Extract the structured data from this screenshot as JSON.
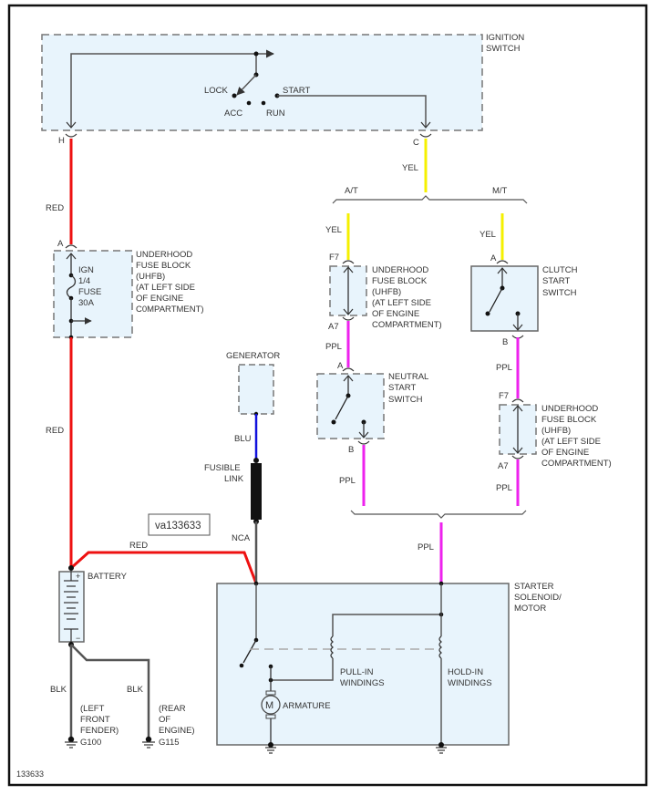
{
  "figure_id": "133633",
  "watermark": "va133633",
  "colors": {
    "red": "#ee1111",
    "yellow": "#f5f000",
    "purple": "#ee22ee",
    "blue": "#1111dd",
    "black": "#111111",
    "box_fill": "#e8f4fc"
  },
  "ignition_switch": {
    "label_line1": "IGNITION",
    "label_line2": "SWITCH",
    "positions": {
      "lock": "LOCK",
      "acc": "ACC",
      "run": "RUN",
      "start": "START"
    },
    "connector_h": "H",
    "connector_c": "C"
  },
  "uhfb_left": {
    "connector": "A",
    "fuse_line1": "IGN",
    "fuse_line2": "1/4",
    "fuse_line3": "FUSE",
    "fuse_line4": "30A",
    "label": [
      "UNDERHOOD",
      "FUSE BLOCK",
      "(UHFB)",
      "(AT LEFT SIDE",
      "OF ENGINE",
      "C0MPARTMENT)"
    ]
  },
  "wires": {
    "red_upper": "RED",
    "red_lower": "RED",
    "red_battery": "RED",
    "yel_main": "YEL",
    "yel_at": "YEL",
    "yel_mt": "YEL",
    "ppl_at_1": "PPL",
    "ppl_at_2": "PPL",
    "ppl_mt_1": "PPL",
    "ppl_mt_2": "PPL",
    "ppl_starter": "PPL",
    "blu": "BLU",
    "nca": "NCA",
    "blk_1": "BLK",
    "blk_2": "BLK"
  },
  "branches": {
    "at": "A/T",
    "mt": "M/T"
  },
  "uhfb_at": {
    "top_connector": "F7",
    "bottom_connector": "A7",
    "label": [
      "UNDERHOOD",
      "FUSE BLOCK",
      "(UHFB)",
      "(AT LEFT SIDE",
      "OF ENGINE",
      "COMPARTMENT)"
    ]
  },
  "neutral_start_switch": {
    "top_connector": "A",
    "bottom_connector": "B",
    "label": [
      "NEUTRAL",
      "START",
      "SWITCH"
    ]
  },
  "clutch_start_switch": {
    "top_connector": "A",
    "bottom_connector": "B",
    "label": [
      "CLUTCH",
      "START",
      "SWITCH"
    ]
  },
  "uhfb_mt": {
    "top_connector": "F7",
    "bottom_connector": "A7",
    "label": [
      "UNDERHOOD",
      "FUSE BLOCK",
      "(UHFB)",
      "(AT LEFT SIDE",
      "OF ENGINE",
      "COMPARTMENT)"
    ]
  },
  "generator": {
    "label": "GENERATOR"
  },
  "fusible_link": {
    "label_line1": "FUSIBLE",
    "label_line2": "LINK"
  },
  "battery": {
    "label": "BATTERY",
    "plus": "+",
    "minus": "−"
  },
  "grounds": {
    "g100": {
      "id": "G100",
      "location": [
        "(LEFT",
        "FRONT",
        "FENDER)"
      ]
    },
    "g115": {
      "id": "G115",
      "location": [
        "(REAR",
        "OF",
        "ENGINE)"
      ]
    }
  },
  "starter": {
    "label": [
      "STARTER",
      "SOLENOID/",
      "MOTOR"
    ],
    "pull_in": [
      "PULL-IN",
      "WINDINGS"
    ],
    "hold_in": [
      "HOLD-IN",
      "WINDINGS"
    ],
    "armature": "ARMATURE",
    "motor_symbol": "M"
  }
}
